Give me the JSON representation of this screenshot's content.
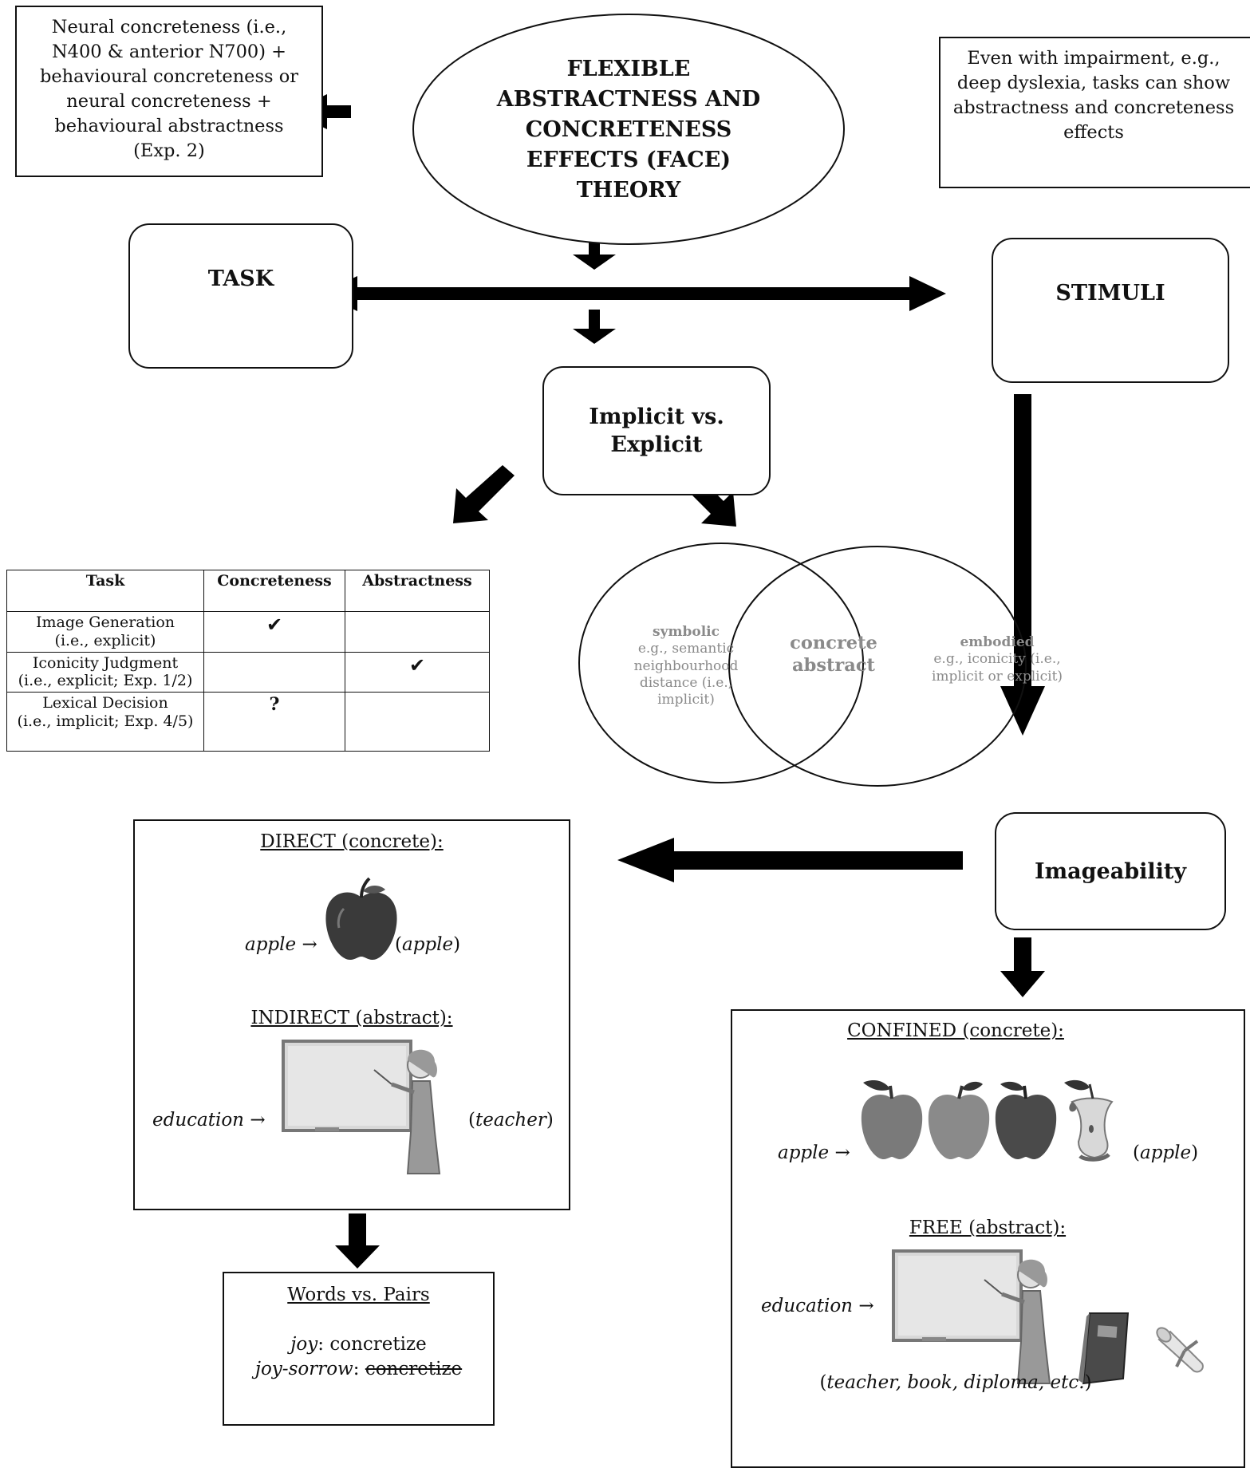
{
  "top_left_note": {
    "lines": [
      "Neural concreteness (i.e.,",
      "N400 & anterior N700) +",
      "behavioural concreteness or",
      "neural concreteness +",
      "behavioural abstractness",
      "(Exp. 2)"
    ]
  },
  "theory": {
    "lines": [
      "FLEXIBLE",
      "ABSTRACTNESS AND",
      "CONCRETENESS",
      "EFFECTS (FACE)",
      "THEORY"
    ]
  },
  "top_right_note": {
    "lines": [
      "Even with impairment, e.g.,",
      "deep dyslexia, tasks can show",
      "abstractness and concreteness",
      "effects"
    ]
  },
  "task_label": "TASK",
  "stimuli_label": "STIMULI",
  "implicit_explicit": {
    "line1": "Implicit vs.",
    "line2": "Explicit"
  },
  "task_table": {
    "headers": [
      "Task",
      "Concreteness",
      "Abstractness"
    ],
    "rows": [
      {
        "task_line1": "Image Generation",
        "task_line2": "(i.e., explicit)",
        "concreteness": "✔",
        "abstractness": ""
      },
      {
        "task_line1": "Iconicity Judgment",
        "task_line2": "(i.e., explicit; Exp. 1/2)",
        "concreteness": "",
        "abstractness": "✔"
      },
      {
        "task_line1": "Lexical Decision",
        "task_line2": "(i.e., implicit; Exp. 4/5)",
        "concreteness": "?",
        "abstractness": ""
      }
    ]
  },
  "venn": {
    "left_title": "symbolic",
    "left_lines": [
      "e.g., semantic",
      "neighbourhood",
      "distance (i.e.,",
      "implicit)"
    ],
    "center_line1": "concrete",
    "center_line2": "abstract",
    "right_title": "embodied",
    "right_lines": [
      "e.g., iconicity (i.e.,",
      "implicit or explicit)"
    ]
  },
  "imageability_label": "Imageability",
  "direct_box": {
    "direct_heading": "DIRECT (concrete):",
    "apple_word": "apple",
    "arrow": "→",
    "apple_paren_word": "apple",
    "indirect_heading": "INDIRECT (abstract):",
    "education_word": "education",
    "teacher_paren_word": "teacher"
  },
  "words_pairs": {
    "heading": "Words vs. Pairs",
    "line1_word": "joy",
    "line1_rest": ": concretize",
    "line2_word": "joy-sorrow",
    "line2_sep": ": ",
    "line2_struck": "concretize"
  },
  "confined_box": {
    "confined_heading": "CONFINED (concrete):",
    "apple_word": "apple",
    "arrow": "→",
    "apple_paren_word": "apple",
    "free_heading": "FREE (abstract):",
    "education_word": "education",
    "free_paren": "teacher, book, diploma, etc."
  }
}
